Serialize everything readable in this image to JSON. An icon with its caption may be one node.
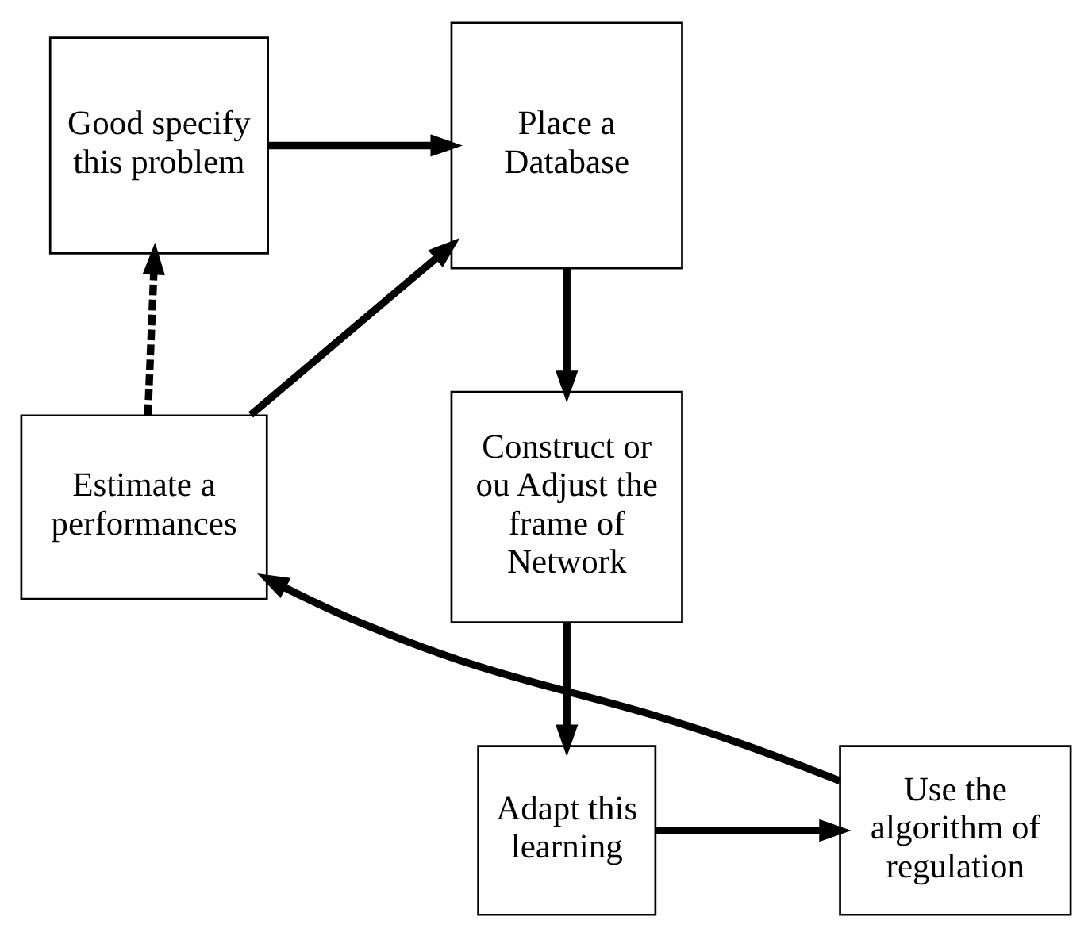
{
  "diagram": {
    "nodes": [
      {
        "text": [
          "Good specify this problem"
        ]
      },
      {
        "text": [
          "Place a Database"
        ]
      },
      {
        "text": [
          "Construct or ou Adjust the frame of Network"
        ]
      },
      {
        "text": [
          "Adapt this learning"
        ]
      },
      {
        "text": [
          "Use the algorithm of regulation"
        ]
      },
      {
        "text": [
          "Estimate a performances"
        ]
      }
    ],
    "edges": [
      {
        "from": 0,
        "to": 1,
        "arrow": "to"
      },
      {
        "from": 1,
        "to": 2,
        "arrow": "to"
      },
      {
        "from": 2,
        "to": 3,
        "arrow": "to"
      },
      {
        "from": 3,
        "to": 4,
        "arrow": "to"
      },
      {
        "from": 4,
        "to": 5,
        "arrow": "to"
      },
      {
        "from": 5,
        "to": 1,
        "arrow": "to"
      },
      {
        "from": 5,
        "to": 0,
        "arrow": "to",
        "style": "dashed"
      }
    ]
  }
}
